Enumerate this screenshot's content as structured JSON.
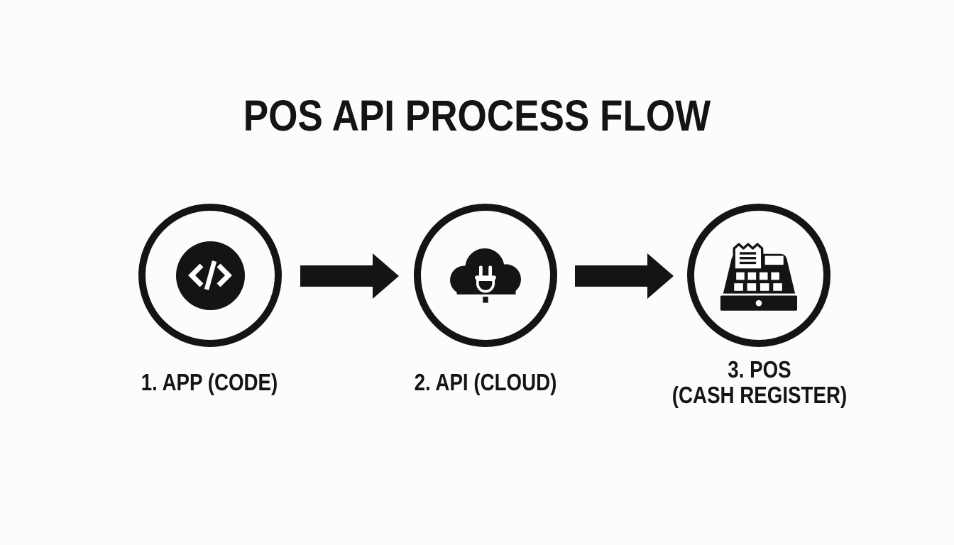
{
  "title": "POS API PROCESS FLOW",
  "colors": {
    "background": "#fcfcfc",
    "ink": "#141414",
    "icon_cutout": "#ffffff"
  },
  "steps": [
    {
      "label": "1. APP (CODE)",
      "icon": "code-icon",
      "glyph": "</>"
    },
    {
      "label": "2. API (CLOUD)",
      "icon": "cloud-plug-icon"
    },
    {
      "label": "3. POS\n(CASH REGISTER)",
      "icon": "cash-register-icon"
    }
  ],
  "connectors": [
    {
      "icon": "arrow-right-icon"
    },
    {
      "icon": "arrow-right-icon"
    }
  ]
}
